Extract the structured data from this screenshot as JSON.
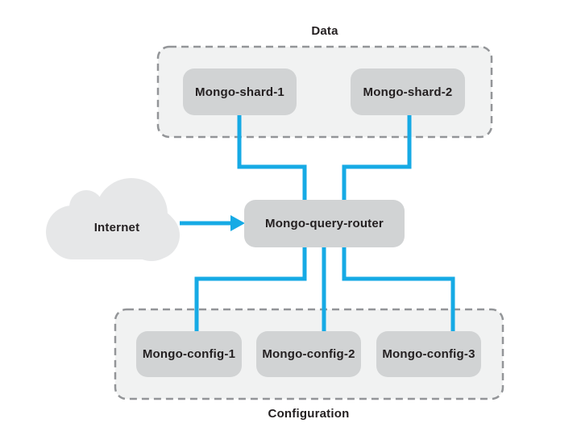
{
  "internet": {
    "label": "Internet"
  },
  "router": {
    "label": "Mongo-query-router"
  },
  "groups": {
    "data": {
      "label": "Data",
      "nodes": [
        {
          "label": "Mongo-shard-1"
        },
        {
          "label": "Mongo-shard-2"
        }
      ]
    },
    "configuration": {
      "label": "Configuration",
      "nodes": [
        {
          "label": "Mongo-config-1"
        },
        {
          "label": "Mongo-config-2"
        },
        {
          "label": "Mongo-config-3"
        }
      ]
    }
  },
  "colors": {
    "connector": "#16aae5",
    "node_fill": "#d1d3d4",
    "group_fill": "#f1f2f2",
    "group_border": "#939598",
    "cloud_fill": "#e6e7e8",
    "text": "#231f20",
    "background": "#ffffff"
  }
}
